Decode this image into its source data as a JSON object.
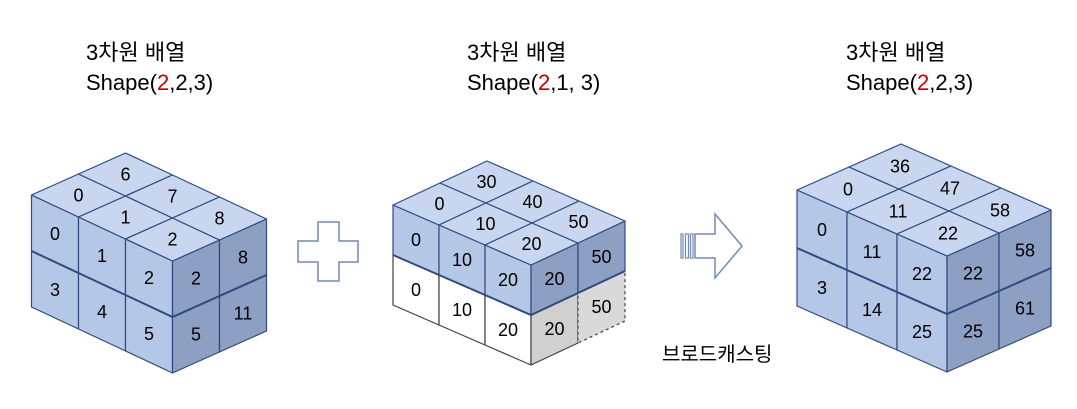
{
  "arrays": [
    {
      "title": "3차원 배열",
      "shape_prefix": "Shape(",
      "shape_first": "2",
      "shape_rest": ",2,3)",
      "top_face": {
        "front_row": [
          "0",
          "1",
          "2"
        ],
        "back_row": [
          "6",
          "7",
          "8"
        ]
      },
      "front_face": {
        "top_row": [
          "0",
          "1",
          "2"
        ],
        "bottom_row": [
          "3",
          "4",
          "5"
        ]
      },
      "right_face": {
        "top_row": [
          "2",
          "8"
        ],
        "bottom_row": [
          "5",
          "11"
        ]
      }
    },
    {
      "title": "3차원 배열",
      "shape_prefix": "Shape(",
      "shape_first": "2",
      "shape_rest": ",1, 3)",
      "top_face": {
        "front_row": [
          "0",
          "10",
          "20"
        ],
        "back_row": [
          "30",
          "40",
          "50"
        ]
      },
      "front_face": {
        "top_row": [
          "0",
          "10",
          "20"
        ],
        "bottom_row": [
          "0",
          "10",
          "20"
        ]
      },
      "right_face": {
        "top_row": [
          "20",
          "50"
        ],
        "bottom_row": [
          "20",
          "50"
        ]
      }
    },
    {
      "title": "3차원 배열",
      "shape_prefix": "Shape(",
      "shape_first": "2",
      "shape_rest": ",2,3)",
      "top_face": {
        "front_row": [
          "0",
          "11",
          "22"
        ],
        "back_row": [
          "36",
          "47",
          "58"
        ]
      },
      "front_face": {
        "top_row": [
          "0",
          "11",
          "22"
        ],
        "bottom_row": [
          "3",
          "14",
          "25"
        ]
      },
      "right_face": {
        "top_row": [
          "22",
          "58"
        ],
        "bottom_row": [
          "25",
          "61"
        ]
      }
    }
  ],
  "broadcast_label": "브로드캐스팅",
  "icons": {
    "operator": "plus-icon",
    "transition": "arrow-right-icon"
  },
  "colors": {
    "highlight": "#c00000",
    "top_face": "#c9d6ef",
    "front_face": "#b4c7e7",
    "right_face": "#8e9fc4",
    "edge": "#2f4a7e",
    "broadcast_front": "#ffffff",
    "broadcast_right": "#d0d0d0",
    "broadcast_right_dashed": "#d9d9d9",
    "broadcast_edge": "#404040",
    "icon_outline": "#7489b5"
  }
}
